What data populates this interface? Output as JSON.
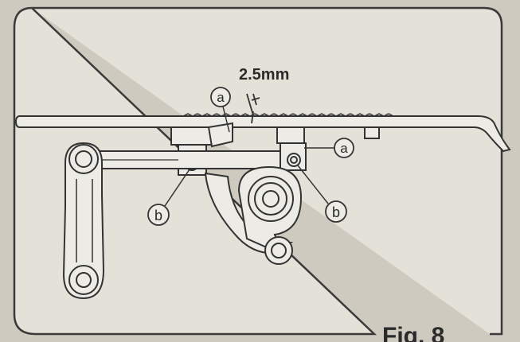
{
  "diagram": {
    "dimension_label": "2.5mm",
    "callout_a": "a",
    "callout_b": "b",
    "figure_label": "Fig. 8"
  },
  "colors": {
    "panel_background": "#e4e1d8",
    "line": "#333333",
    "page_background": "#cfcabf"
  }
}
